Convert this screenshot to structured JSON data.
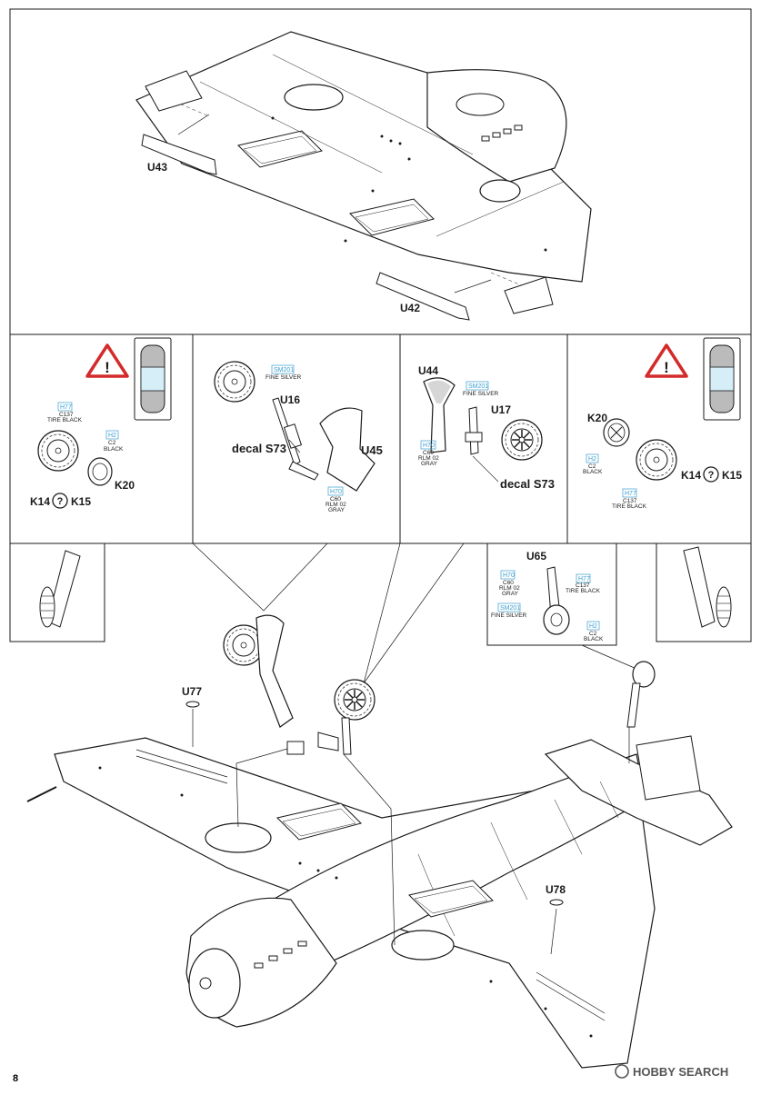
{
  "page_number": "8",
  "top_panel": {
    "parts": [
      "U43",
      "U42"
    ]
  },
  "left_panel": {
    "parts": {
      "wheel_option_a": "K14",
      "wheel_option_b": "K15",
      "hub": "K20"
    },
    "paints": {
      "tire_code": "H77",
      "tire_code2": "C137",
      "tire_name": "TIRE BLACK",
      "hub_code": "H2",
      "hub_code2": "C2",
      "hub_name": "BLACK"
    }
  },
  "left_center_panel": {
    "parts": {
      "strut": "U16",
      "cover": "U45",
      "decal": "decal S73"
    },
    "paints": {
      "strut_code": "SM201",
      "strut_name": "FINE SILVER",
      "cover_code": "H70",
      "cover_code2": "C60",
      "cover_name1": "RLM 02",
      "cover_name2": "GRAY"
    }
  },
  "right_center_panel": {
    "parts": {
      "cover": "U44",
      "strut": "U17",
      "decal": "decal S73"
    },
    "paints": {
      "strut_code": "SM201",
      "strut_name": "FINE SILVER",
      "cover_code": "H70",
      "cover_code2": "C60",
      "cover_name1": "RLM 02",
      "cover_name2": "GRAY"
    }
  },
  "right_panel": {
    "parts": {
      "hub": "K20",
      "wheel_option_a": "K14",
      "wheel_option_b": "K15"
    },
    "paints": {
      "hub_code": "H2",
      "hub_code2": "C2",
      "hub_name": "BLACK",
      "tire_code": "H77",
      "tire_code2": "C137",
      "tire_name": "TIRE BLACK"
    }
  },
  "tailwheel_panel": {
    "part": "U65",
    "paints": {
      "strut_code": "H70",
      "strut_code2": "C60",
      "strut_name1": "RLM 02",
      "strut_name2": "GRAY",
      "tire_code": "H77",
      "tire_code2": "C137",
      "tire_name": "TIRE BLACK",
      "fork_code": "SM201",
      "fork_name": "FINE SILVER",
      "hub_code": "H2",
      "hub_code2": "C2",
      "hub_name": "BLACK"
    }
  },
  "main_view": {
    "parts": [
      "U77",
      "U78"
    ]
  },
  "choice_symbol": "?",
  "warning_symbol": "!",
  "watermark": "HOBBY SEARCH",
  "colors": {
    "line": "#1a1a1a",
    "paint_code": "#3a9fd0",
    "warning_red": "#d42a2a",
    "detail_fill": "#d6eef8"
  }
}
